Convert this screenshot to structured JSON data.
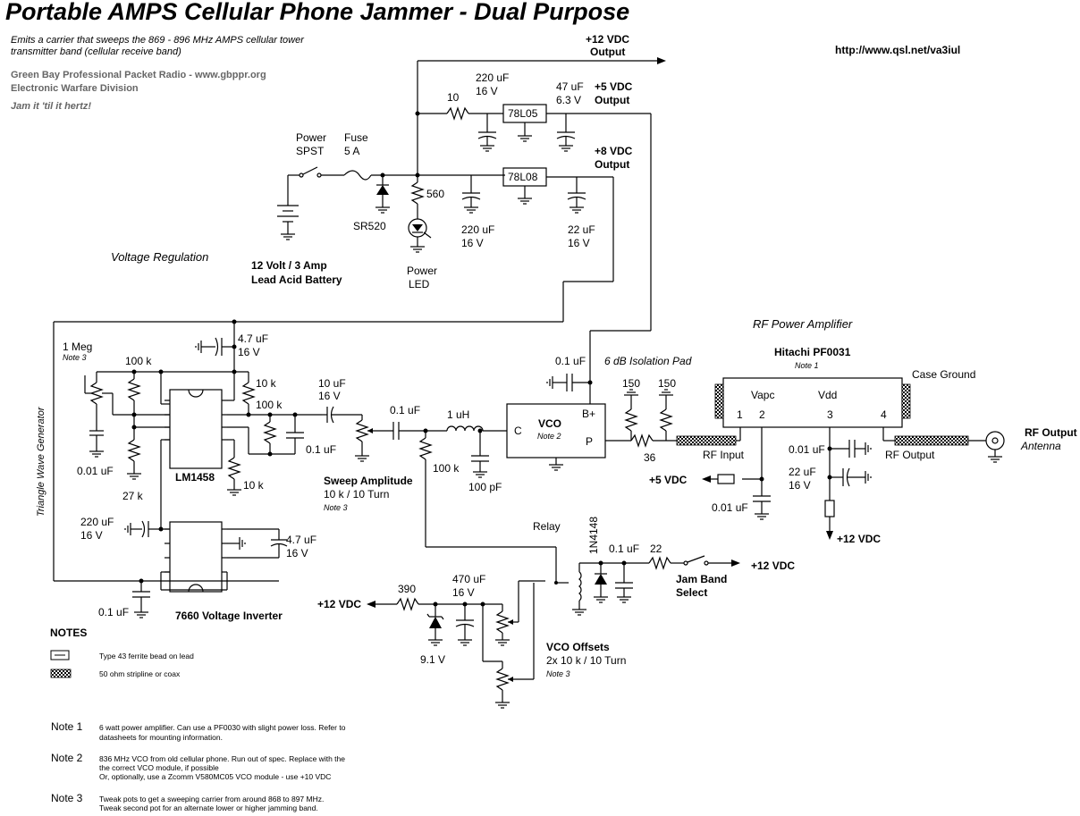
{
  "title": "Portable AMPS Cellular Phone Jammer - Dual Purpose",
  "header": {
    "desc_line1": "Emits a carrier that sweeps the 869 - 896 MHz AMPS cellular tower",
    "desc_line2": "transmitter band (cellular receive band)",
    "org_line1": "Green Bay Professional Packet Radio - www.gbppr.org",
    "org_line2": "Electronic Warfare Division",
    "slogan": "Jam it 'til it hertz!",
    "url": "http://www.qsl.net/va3iul"
  },
  "sections": {
    "voltage_regulation": "Voltage Regulation",
    "triangle": "Triangle Wave Generator",
    "rf_amp": "RF Power Amplifier",
    "iso_pad": "6 dB Isolation Pad"
  },
  "labels": {
    "out12": "+12 VDC",
    "out12b": "Output",
    "out5": "+5 VDC",
    "out5b": "Output",
    "out8": "+8 VDC",
    "out8b": "Output",
    "cap220": "220 uF",
    "v16": "16 V",
    "r10": "10",
    "cap47": "47 uF",
    "v63": "6.3 V",
    "reg5": "78L05",
    "reg8": "78L08",
    "power": "Power",
    "spst": "SPST",
    "fuse": "Fuse",
    "fuse5a": "5 A",
    "r560": "560",
    "sr520": "SR520",
    "cap22": "22 uF",
    "battery1": "12 Volt / 3 Amp",
    "battery2": "Lead Acid Battery",
    "led1": "Power",
    "led2": "LED",
    "meg": "1 Meg",
    "note3": "Note 3",
    "cap47b": "4.7 uF",
    "r100k": "100 k",
    "r10k": "10 k",
    "cap10": "10 uF",
    "cap01": "0.1 uF",
    "cap001": "0.01 uF",
    "r27k": "27 k",
    "lm1458": "LM1458",
    "uh1": "1 uH",
    "pf100": "100 pF",
    "vco": "VCO",
    "note2": "Note 2",
    "vco_c": "C",
    "vco_b": "B+",
    "vco_p": "P",
    "sweep1": "Sweep Amplitude",
    "sweep2": "10 k / 10 Turn",
    "r150": "150",
    "r36": "36",
    "hitachi": "Hitachi PF0031",
    "note1": "Note 1",
    "case": "Case Ground",
    "vapc": "Vapc",
    "vdd": "Vdd",
    "p1": "1",
    "p2": "2",
    "p3": "3",
    "p4": "4",
    "rfin": "RF Input",
    "rfout": "RF Output",
    "rfout_main": "RF Output",
    "antenna": "Antenna",
    "inv": "7660 Voltage Inverter",
    "relay": "Relay",
    "diode": "1N4148",
    "r22": "22",
    "jam1": "Jam Band",
    "jam2": "Select",
    "r390": "390",
    "cap470": "470 uF",
    "z91": "9.1 V",
    "offs1": "VCO Offsets",
    "offs2": "2x    10 k / 10 Turn",
    "v5": "+5 VDC",
    "v12": "+12 VDC"
  },
  "notes": {
    "heading": "NOTES",
    "legend_bead": "Type 43 ferrite bead on lead",
    "legend_coax": "50 ohm stripline or coax",
    "items": [
      {
        "label": "Note 1",
        "line1": "6 watt power amplifier.  Can use a PF0030 with slight power loss.  Refer to",
        "line2": "datasheets for mounting information.",
        "line3": ""
      },
      {
        "label": "Note 2",
        "line1": "836 MHz VCO from old cellular phone.  Run out of spec.  Replace with the",
        "line2": "the correct VCO module, if possible",
        "line3": "Or, optionally, use a Zcomm V580MC05 VCO module - use +10 VDC"
      },
      {
        "label": "Note 3",
        "line1": "Tweak pots to get a sweeping carrier from around 868 to 897 MHz.",
        "line2": "Tweak second pot for an alternate lower or higher jamming band.",
        "line3": ""
      }
    ]
  }
}
